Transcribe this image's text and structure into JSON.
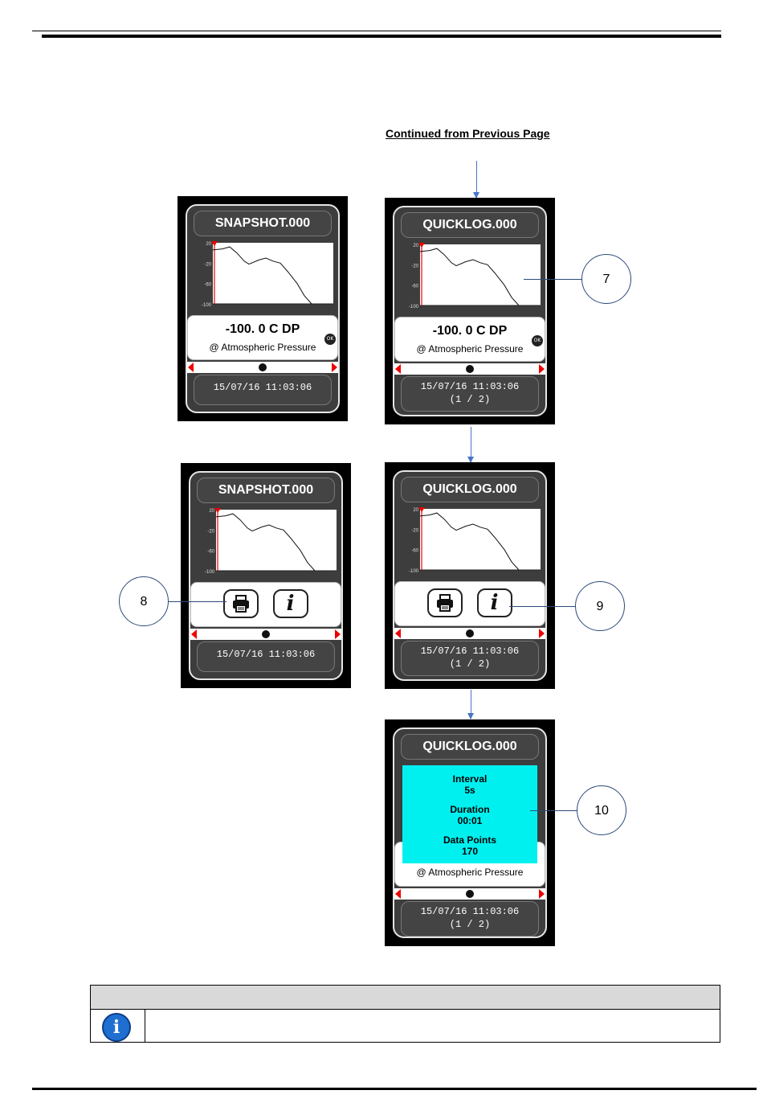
{
  "header": {},
  "continued_text": "Continued from Previous Page",
  "chart_data": {
    "type": "line",
    "y_ticks": [
      "20",
      "-20",
      "-60",
      "-100"
    ],
    "ylim": [
      -100,
      20
    ],
    "x": [
      0,
      0.08,
      0.14,
      0.2,
      0.26,
      0.3,
      0.38,
      0.44,
      0.5,
      0.56,
      0.62,
      0.7,
      0.76,
      0.82
    ],
    "values": [
      6,
      8,
      12,
      0,
      -16,
      -22,
      -14,
      -10,
      -16,
      -20,
      -36,
      -60,
      -84,
      -100
    ],
    "grid": false
  },
  "screens": [
    {
      "title": "SNAPSHOT.000",
      "reading": "-100. 0 C DP",
      "condition": "@ Atmospheric Pressure",
      "ok_label": "OK",
      "datetime": "15/07/16  11:03:06",
      "page": ""
    },
    {
      "title": "QUICKLOG.000",
      "reading": "-100. 0 C DP",
      "condition": "@ Atmospheric Pressure",
      "ok_label": "OK",
      "datetime": "15/07/16  11:03:06",
      "page": "(1 / 2)"
    },
    {
      "title": "SNAPSHOT.000",
      "datetime": "15/07/16  11:03:06",
      "page": "",
      "info_label": "i"
    },
    {
      "title": "QUICKLOG.000",
      "datetime": "15/07/16  11:03:06",
      "page": "(1 / 2)",
      "info_label": "i"
    },
    {
      "title": "QUICKLOG.000",
      "condition": "@ Atmospheric Pressure",
      "datetime": "15/07/16  11:03:06",
      "page": "(1 / 2)",
      "popup": {
        "interval_label": "Interval",
        "interval_value": "5s",
        "duration_label": "Duration",
        "duration_value": "00:01",
        "points_label": "Data Points",
        "points_value": "170"
      }
    }
  ],
  "callouts": [
    "7",
    "8",
    "9",
    "10"
  ],
  "note": {
    "icon": "i"
  }
}
